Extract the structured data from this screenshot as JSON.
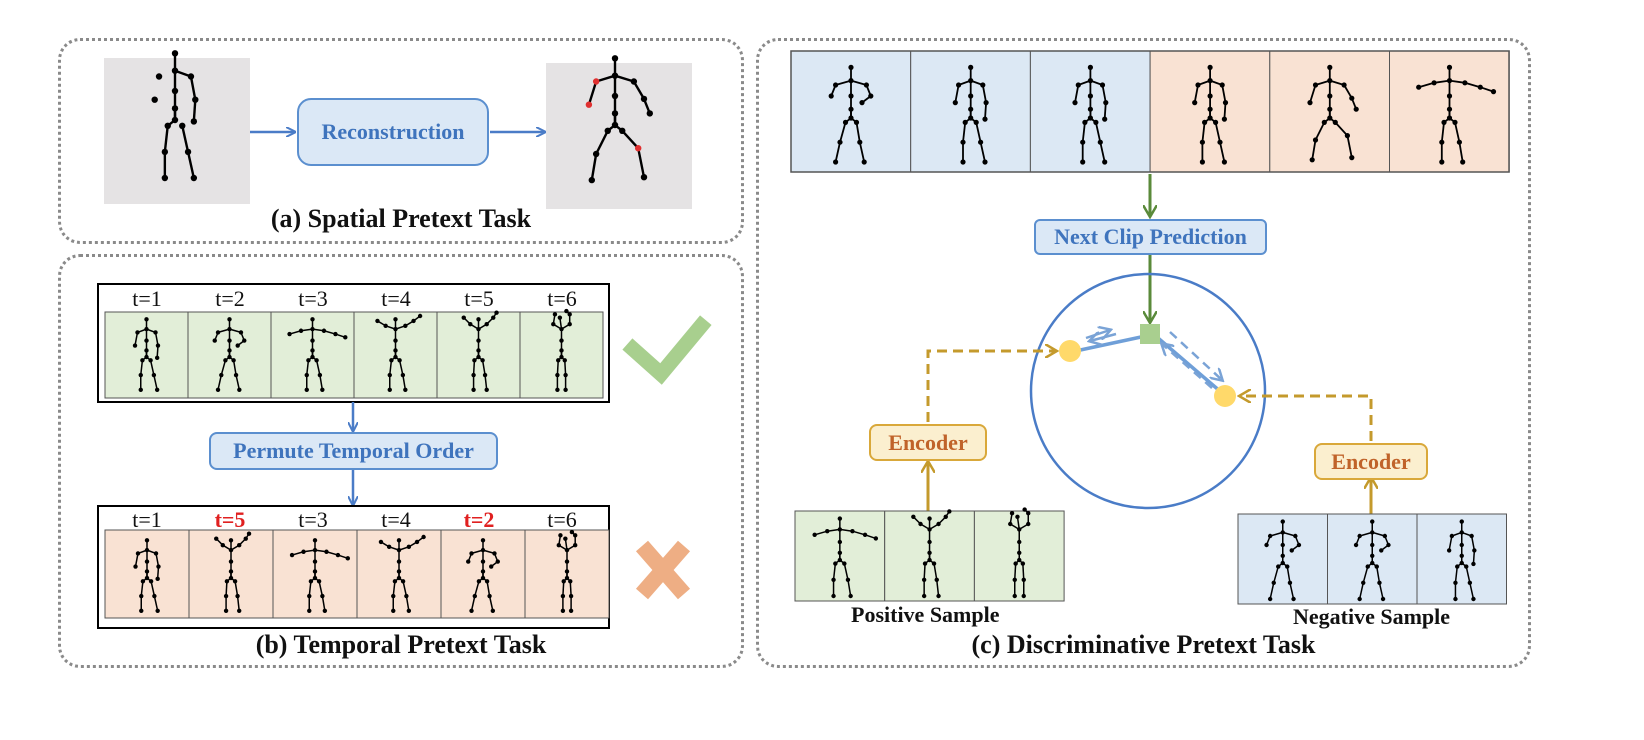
{
  "panel_a": {
    "caption": "(a) Spatial Pretext Task",
    "reconstruction_label": "Reconstruction"
  },
  "panel_b": {
    "caption": "(b) Temporal Pretext Task",
    "permute_label": "Permute Temporal Order",
    "top_labels": [
      "t=1",
      "t=2",
      "t=3",
      "t=4",
      "t=5",
      "t=6"
    ],
    "bottom_labels": [
      "t=1",
      "t=5",
      "t=3",
      "t=4",
      "t=2",
      "t=6"
    ],
    "bottom_label_highlight": [
      false,
      true,
      false,
      false,
      true,
      false
    ]
  },
  "panel_c": {
    "caption": "(c) Discriminative Pretext Task",
    "next_clip_label": "Next Clip Prediction",
    "encoder_label_left": "Encoder",
    "encoder_label_right": "Encoder",
    "positive_label": "Positive Sample",
    "negative_label": "Negative Sample"
  },
  "colors": {
    "blue_frame": "#dce8f4",
    "orange_frame": "#f9e2d3",
    "green_frame": "#e2eed8",
    "gray_frame": "#e5e3e4",
    "arrow_blue": "#4a7cc7",
    "arrow_green": "#5a8a3a",
    "arrow_gold": "#c49a2c",
    "check_green": "#a8cf8e",
    "cross_orange": "#eeae84",
    "joint_red": "#e03030"
  }
}
